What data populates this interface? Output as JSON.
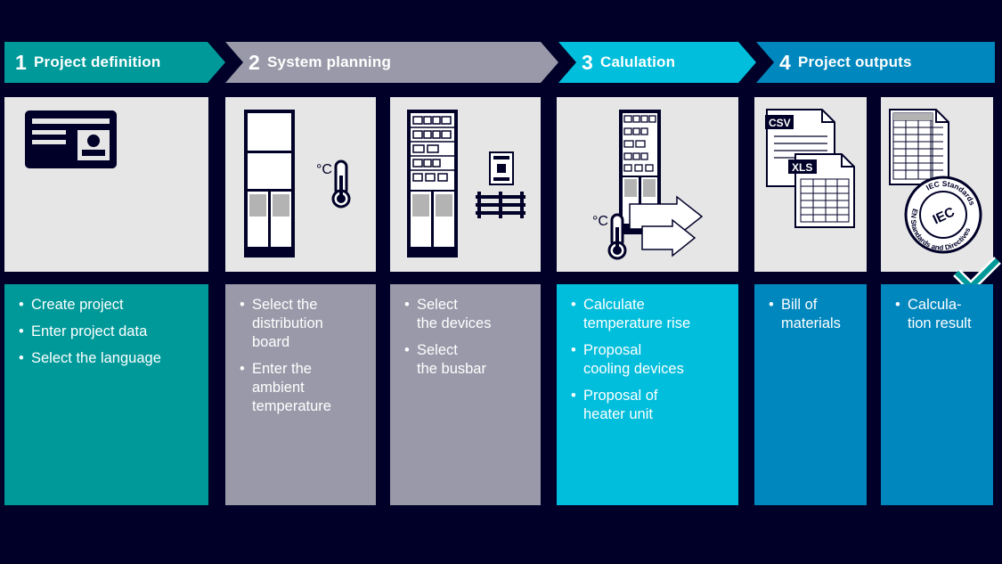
{
  "steps": [
    {
      "num": "1",
      "label": "Project definition"
    },
    {
      "num": "2",
      "label": "System planning"
    },
    {
      "num": "3",
      "label": "Calulation"
    },
    {
      "num": "4",
      "label": "Project outputs"
    }
  ],
  "columns": [
    {
      "items": [
        "Create project",
        "Enter project data",
        "Select the language"
      ]
    },
    {
      "items": [
        "Select the\ndistribution\nboard",
        "Enter the\nambient\ntemperature"
      ]
    },
    {
      "items": [
        "Select\nthe devices",
        "Select\nthe busbar"
      ]
    },
    {
      "items": [
        "Calculate\ntemperature rise",
        "Proposal\ncooling devices",
        "Proposal of\nheater unit"
      ]
    },
    {
      "items": [
        "Bill of\nmaterials"
      ]
    },
    {
      "items": [
        "Calcula-\ntion result"
      ]
    }
  ],
  "icons": {
    "degree_label": "°C",
    "csv_label": "CSV",
    "xls_label": "XLS",
    "seal_center": "IEC",
    "seal_top": "IEC Standards",
    "seal_bottom": "EN Standards and Directives"
  },
  "colors": {
    "background": "#000028",
    "step1": "#009999",
    "step2": "#9999a9",
    "step3": "#00bedc",
    "step4": "#0087be",
    "panel": "#e6e6e6",
    "check": "#009999"
  }
}
